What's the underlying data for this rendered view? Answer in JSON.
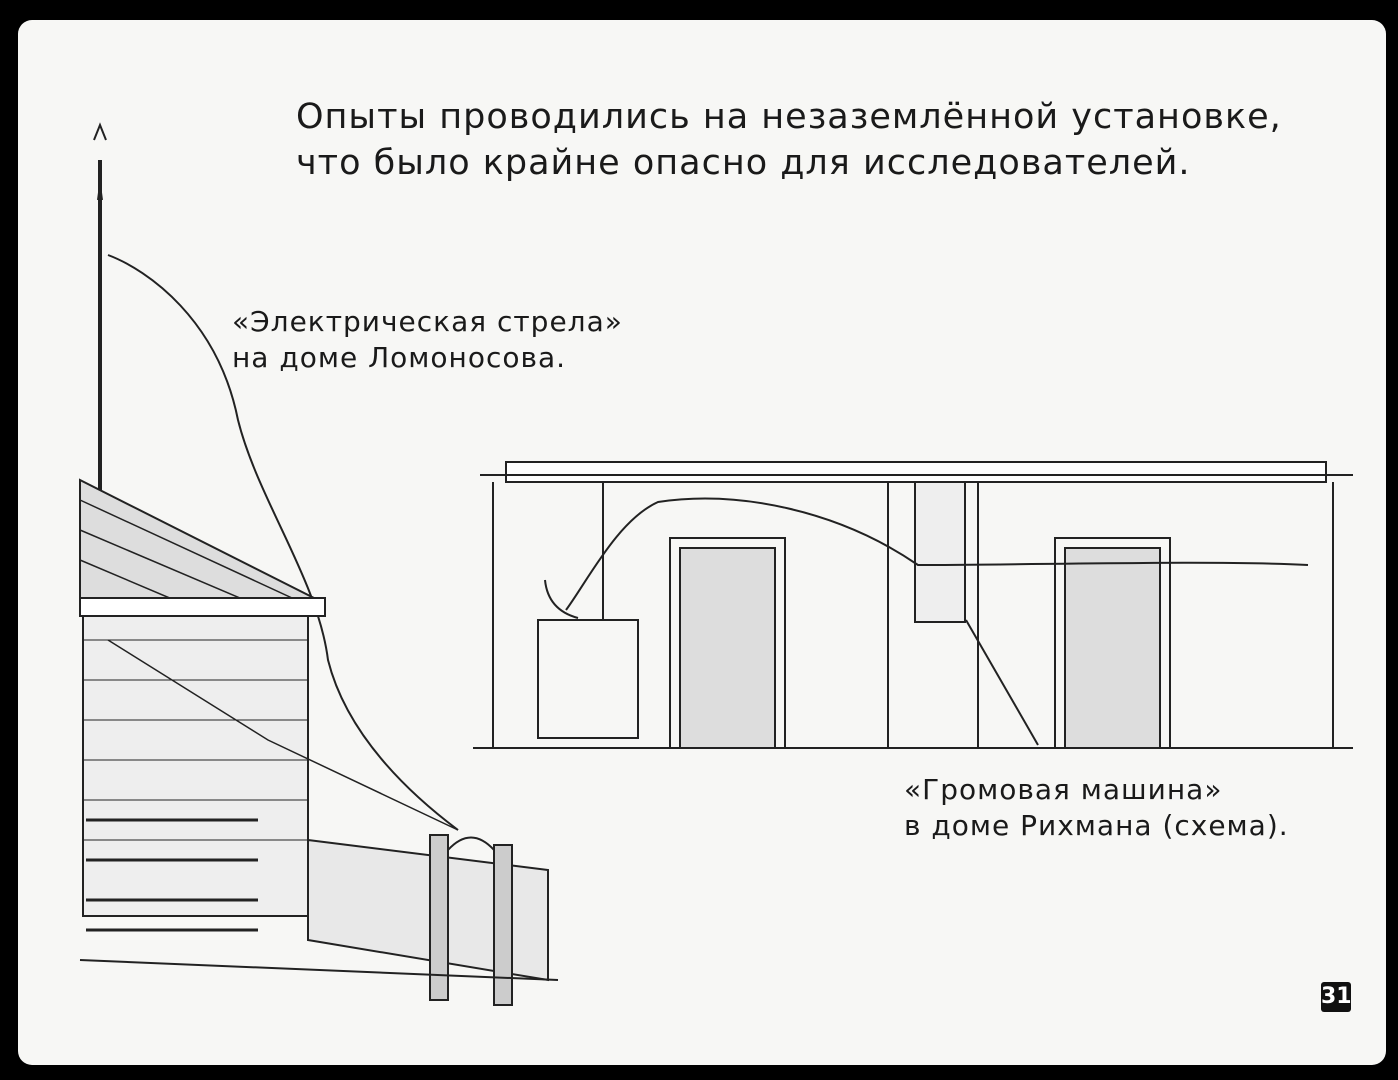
{
  "title_lines": [
    "Опыты проводились на незаземлённой установке,",
    "что было крайне опасно для исследователей."
  ],
  "caption_lomonosov": [
    "«Электрическая стрела»",
    "на доме Ломоносова."
  ],
  "caption_richmann": [
    "«Громовая машина»",
    "в доме Рихмана (схема)."
  ],
  "page_number": "31"
}
